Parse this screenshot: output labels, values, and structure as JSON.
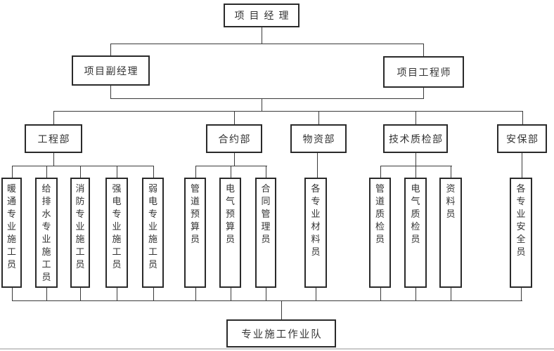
{
  "org_chart": {
    "root": {
      "label": "项目经理"
    },
    "managers": [
      {
        "label": "项目副经理"
      },
      {
        "label": "项目工程师"
      }
    ],
    "departments": [
      {
        "label": "工程部",
        "staff": [
          "暖通专业施工员",
          "给排水专业施工员",
          "消防专业施工员",
          "强电专业施工员",
          "弱电专业施工员"
        ]
      },
      {
        "label": "合约部",
        "staff": [
          "管道预算员",
          "电气预算员",
          "合同管理员"
        ]
      },
      {
        "label": "物资部",
        "staff": [
          "各专业材料员"
        ]
      },
      {
        "label": "技术质检部",
        "staff": [
          "管道质检员",
          "电气质检员",
          "资料员"
        ]
      },
      {
        "label": "安保部",
        "staff": [
          "各专业安全员"
        ]
      }
    ],
    "bottom": {
      "label": "专业施工作业队"
    }
  },
  "colors": {
    "background": "#ffffff",
    "box_border": "#2a2a2a",
    "connector_line": "#3a3a3a",
    "text": "#333333"
  }
}
